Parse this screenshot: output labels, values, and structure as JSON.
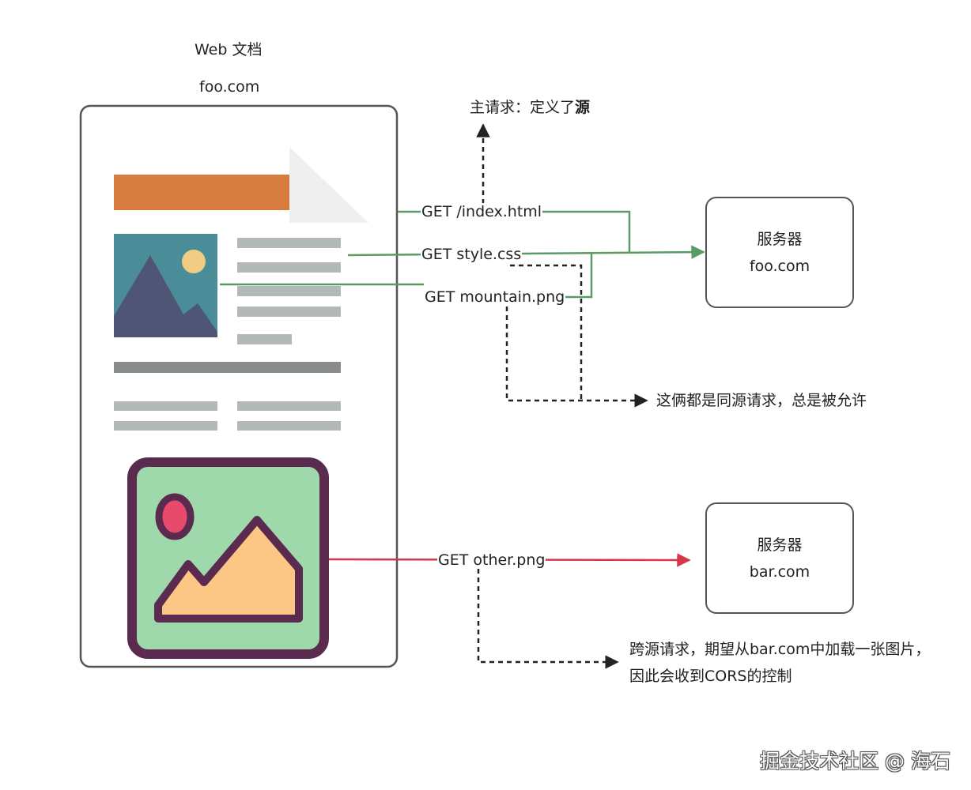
{
  "doc": {
    "title": "Web 文档",
    "origin": "foo.com"
  },
  "main_request": {
    "prefix": "主请求：定义了",
    "emphasis": "源"
  },
  "requests": [
    {
      "label": "GET /index.html",
      "color": "#5a9a63"
    },
    {
      "label": "GET style.css",
      "color": "#5a9a63"
    },
    {
      "label": "GET mountain.png",
      "color": "#5a9a63"
    },
    {
      "label": "GET other.png",
      "color": "#d6364a"
    }
  ],
  "same_origin_note": "这俩都是同源请求，总是被允许",
  "cross_origin_note": {
    "line1": "跨源请求，期望从bar.com中加载一张图片，",
    "line2": "因此会收到CORS的控制"
  },
  "servers": [
    {
      "title": "服务器",
      "host": "foo.com"
    },
    {
      "title": "服务器",
      "host": "bar.com"
    }
  ],
  "watermark": "掘金技术社区 @ 海石",
  "colors": {
    "same_origin_line": "#5a9a63",
    "cross_origin_line": "#d6364a",
    "header_bar": "#d67c3e",
    "photo_bg": "#4a8d98",
    "photo_sun": "#f1cd84",
    "photo_mountain": "#4f5574",
    "picture_frame": "#5a2a4f",
    "picture_bg": "#9fd9ab",
    "picture_sun": "#e84a6c",
    "picture_mountain": "#fcc785",
    "text_lines": "#b3b9b8",
    "divider": "#888d8c"
  }
}
